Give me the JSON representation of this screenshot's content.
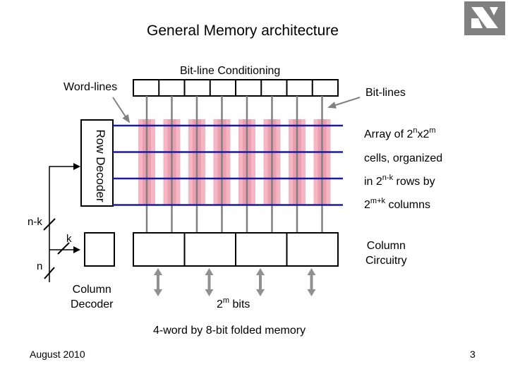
{
  "title": "General Memory architecture",
  "labels": {
    "bitline_conditioning": "Bit-line Conditioning",
    "wordlines": "Word-lines",
    "bitlines": "Bit-lines",
    "row_decoder": "Row Decoder",
    "column_circuitry_1": "Column",
    "column_circuitry_2": "Circuitry",
    "column_decoder_1": "Column",
    "column_decoder_2": "Decoder",
    "n_minus_k": "n-k",
    "k": "k",
    "n": "n",
    "bits_base": "2",
    "bits_exp": "m",
    "bits_suffix": " bits",
    "caption": "4-word by 8-bit folded memory"
  },
  "array_text": {
    "line1_pre": "Array of 2",
    "line1_exp1": "n",
    "line1_mid": "x2",
    "line1_exp2": "m",
    "line2": "cells, organized",
    "line3_pre": "in 2",
    "line3_exp": "n-k",
    "line3_post": " rows by",
    "line4_pre": "2",
    "line4_exp": "m+k",
    "line4_post": " columns"
  },
  "footer": {
    "date": "August 2010",
    "page": "3"
  },
  "colors": {
    "wordline": "#1a1aa8",
    "bitline": "#808080",
    "cell": "#f4b6c2",
    "cell_core": "#e58aa0",
    "logo": "#808080"
  },
  "structure": {
    "word_lines": 4,
    "bit_lines": 8,
    "conditioning_cells": 8,
    "column_circuitry_blocks": 4,
    "bidirectional_arrows": 4
  }
}
